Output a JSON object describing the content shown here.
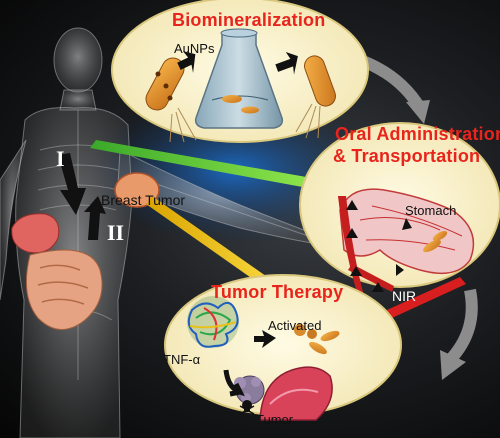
{
  "labels": {
    "biomineralization": "Biomineralization",
    "aunps": "AuNPs",
    "oral_line1": "Oral Administration",
    "oral_line2": "& Transportation",
    "stomach": "Stomach",
    "nir": "NIR",
    "tumor_therapy": "Tumor Therapy",
    "activated": "Activated",
    "tnf_alpha": "TNF-α",
    "tumor": "Tumor",
    "breast_tumor": "Breast Tumor",
    "step_i": "I",
    "step_ii": "II"
  },
  "colors": {
    "title_red": "#e8241c",
    "panel_fill": "#fff6d2",
    "green_laser": "#6ccf3a",
    "yellow_laser": "#f2c40d",
    "nir_laser": "#d81e1e",
    "background": "#1c1e21"
  }
}
